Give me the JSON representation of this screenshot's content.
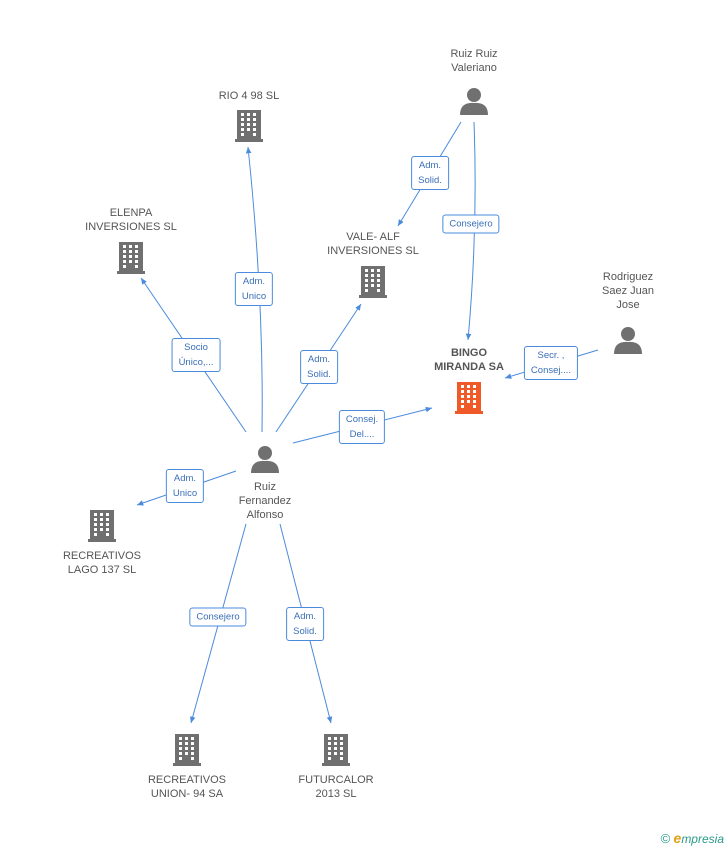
{
  "nodes": [
    {
      "id": "rio",
      "type": "company",
      "label": "RIO 4 98  SL",
      "highlight": false
    },
    {
      "id": "elenpa",
      "type": "company",
      "label": "ELENPA\nINVERSIONES SL",
      "highlight": false
    },
    {
      "id": "valealf",
      "type": "company",
      "label": "VALE- ALF\nINVERSIONES SL",
      "highlight": false
    },
    {
      "id": "bingo",
      "type": "company",
      "label": "BINGO\nMIRANDA SA",
      "highlight": true
    },
    {
      "id": "recreativoslago",
      "type": "company",
      "label": "RECREATIVOS\nLAGO 137  SL",
      "highlight": false
    },
    {
      "id": "recreativosunion",
      "type": "company",
      "label": "RECREATIVOS\nUNION- 94 SA",
      "highlight": false
    },
    {
      "id": "futurcalor",
      "type": "company",
      "label": "FUTURCALOR\n2013  SL",
      "highlight": false
    },
    {
      "id": "ruizruiz",
      "type": "person",
      "label": "Ruiz Ruiz\nValeriano",
      "highlight": false
    },
    {
      "id": "rodriguez",
      "type": "person",
      "label": "Rodriguez\nSaez Juan\nJose",
      "highlight": false
    },
    {
      "id": "ruizfernandez",
      "type": "person",
      "label": "Ruiz\nFernandez\nAlfonso",
      "highlight": false
    }
  ],
  "edges": [
    {
      "from": "ruizfernandez",
      "to": "rio",
      "label": "Adm.\nUnico"
    },
    {
      "from": "ruizfernandez",
      "to": "elenpa",
      "label": "Socio\nÚnico,..."
    },
    {
      "from": "ruizfernandez",
      "to": "valealf",
      "label": "Adm.\nSolid."
    },
    {
      "from": "ruizfernandez",
      "to": "bingo",
      "label": "Consej.\nDel...."
    },
    {
      "from": "ruizfernandez",
      "to": "recreativoslago",
      "label": "Adm.\nUnico"
    },
    {
      "from": "ruizfernandez",
      "to": "recreativosunion",
      "label": "Consejero"
    },
    {
      "from": "ruizfernandez",
      "to": "futurcalor",
      "label": "Adm.\nSolid."
    },
    {
      "from": "ruizruiz",
      "to": "valealf",
      "label": "Adm.\nSolid."
    },
    {
      "from": "ruizruiz",
      "to": "bingo",
      "label": "Consejero"
    },
    {
      "from": "rodriguez",
      "to": "bingo",
      "label": "Secr. ,\nConsej...."
    }
  ],
  "colors": {
    "edge": "#4a8bdc",
    "node": "#707070",
    "highlight": "#f05a28"
  },
  "footer": {
    "copyright": "©",
    "brand_initial": "e",
    "brand_rest": "mpresia"
  }
}
